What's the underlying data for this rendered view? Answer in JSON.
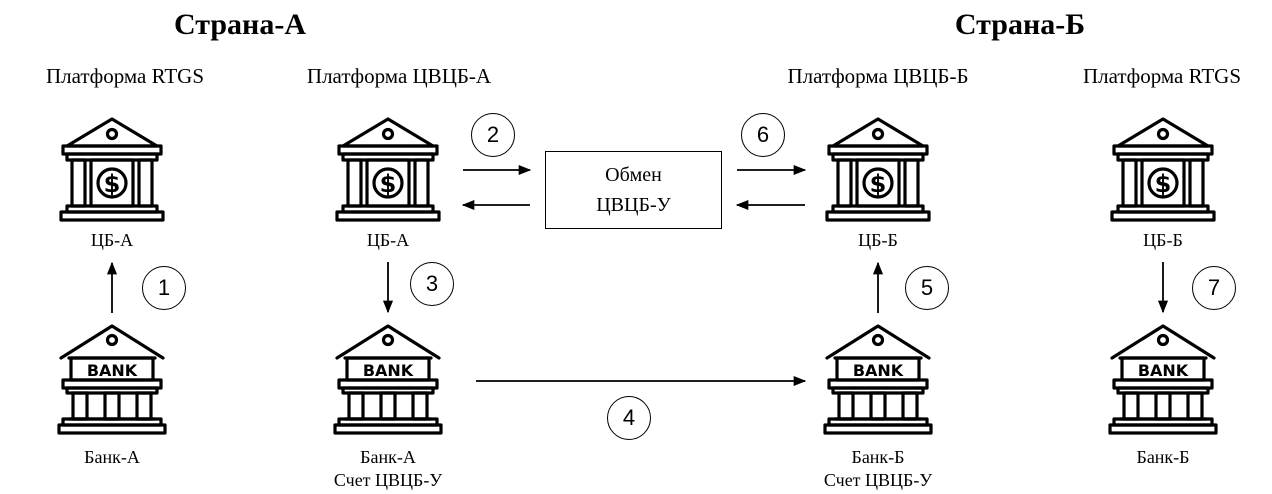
{
  "headers": {
    "country_a": "Страна-А",
    "country_b": "Страна-Б"
  },
  "platforms": {
    "rtgs_a": "Платформа RTGS",
    "cbdc_a": "Платформа ЦВЦБ-А",
    "cbdc_b": "Платформа ЦВЦБ-Б",
    "rtgs_b": "Платформа RTGS"
  },
  "nodes": {
    "cb_a_rtgs": "ЦБ-А",
    "cb_a_cbdc": "ЦБ-А",
    "cb_b_cbdc": "ЦБ-Б",
    "cb_b_rtgs": "ЦБ-Б",
    "bank_a_rtgs": "Банк-А",
    "bank_a_cbdc_line1": "Банк-А",
    "bank_a_cbdc_line2": "Счет ЦВЦБ-У",
    "bank_b_cbdc_line1": "Банк-Б",
    "bank_b_cbdc_line2": "Счет ЦВЦБ-У",
    "bank_b_rtgs": "Банк-Б"
  },
  "exchange": {
    "line1": "Обмен",
    "line2": "ЦВЦБ-У"
  },
  "steps": [
    "1",
    "2",
    "3",
    "4",
    "5",
    "6",
    "7"
  ],
  "icons": {
    "central_bank": "central-bank-dollar-icon",
    "commercial_bank": "bank-building-icon",
    "bank_sign_text": "BANK",
    "currency_symbol": "$"
  }
}
